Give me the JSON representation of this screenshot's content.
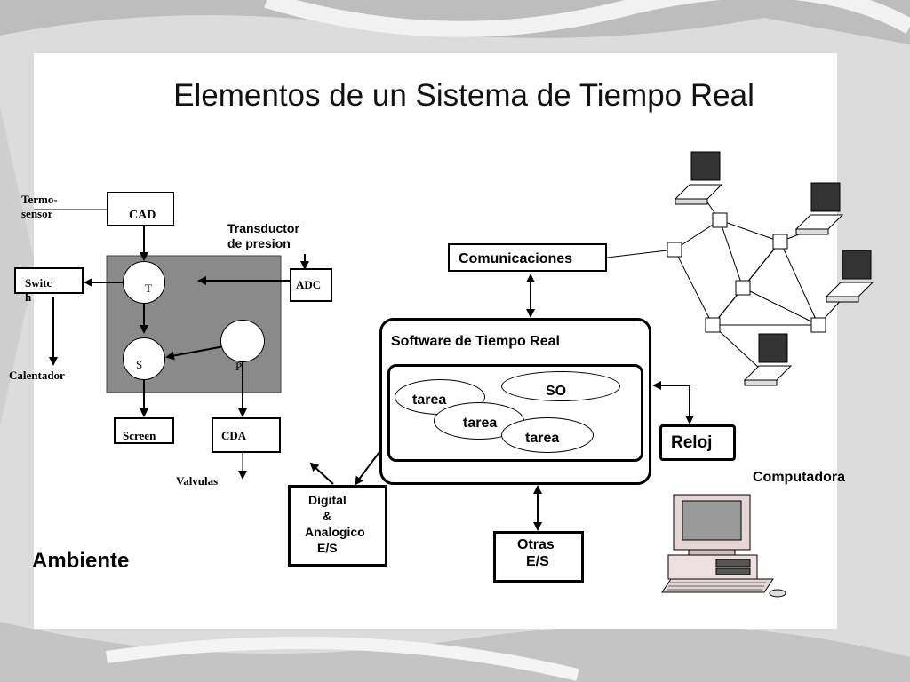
{
  "title": "Elementos de  un Sistema de Tiempo Real",
  "ambiente": {
    "label": "Ambiente",
    "termo_sensor": [
      "Termo-",
      "sensor"
    ],
    "cad": "CAD",
    "transductor": [
      "Transductor",
      "de presion"
    ],
    "adc": "ADC",
    "switch": [
      "Switc",
      "h"
    ],
    "t": "T",
    "s": "S",
    "p": "P",
    "calentador": "Calentador",
    "screen": "Screen",
    "cda": "CDA",
    "valvulas": "Valvulas"
  },
  "computadora": {
    "comunicaciones": "Comunicaciones",
    "software": "Software de Tiempo Real",
    "tareas": [
      "tarea",
      "tarea",
      "tarea"
    ],
    "so": "SO",
    "reloj": "Reloj",
    "digital": [
      "Digital",
      "&",
      "Analogico",
      "E/S"
    ],
    "otras": [
      "Otras",
      "E/S"
    ],
    "label": "Computadora"
  }
}
